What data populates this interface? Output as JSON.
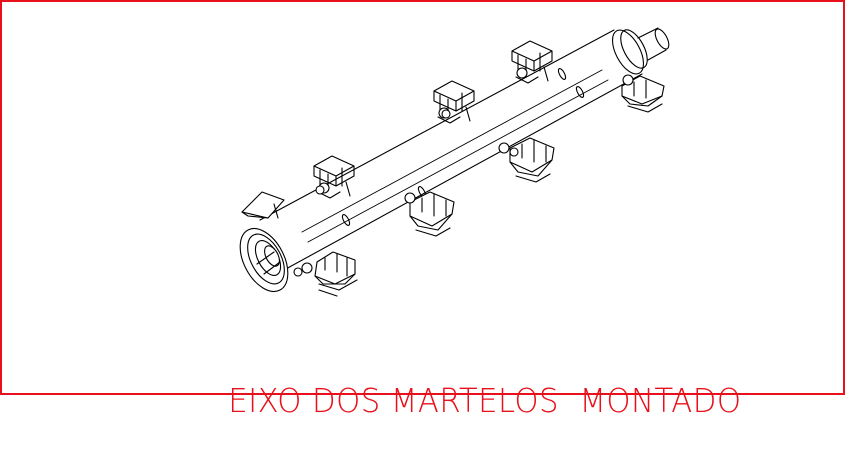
{
  "title": {
    "text": "EIXO DOS MARTELOS  MONTADO",
    "color": "#e8101a"
  },
  "frame": {
    "color": "#e8101a"
  },
  "figure": {
    "icon": "hammer-shaft-assembly-isometric",
    "line_color": "#000000",
    "hammers": [
      "hammer-1",
      "hammer-2",
      "hammer-3",
      "hammer-4",
      "hammer-5",
      "hammer-6",
      "hammer-7",
      "hammer-8"
    ]
  }
}
